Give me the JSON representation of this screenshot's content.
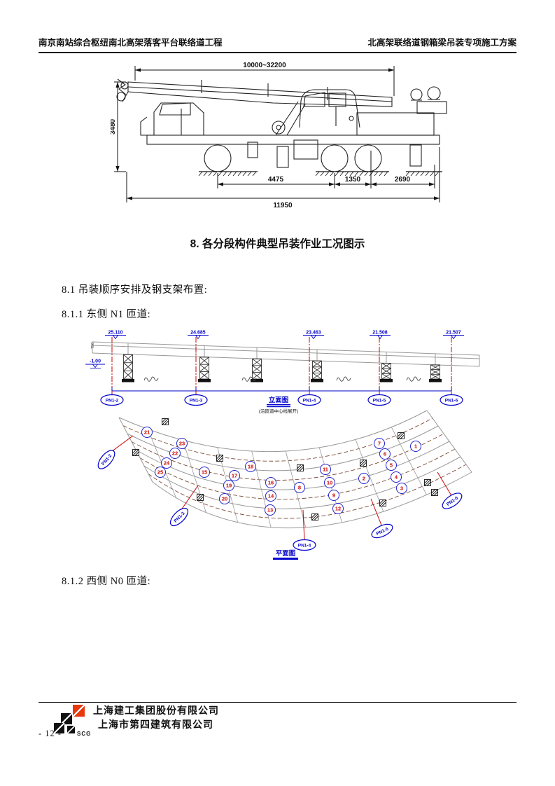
{
  "header": {
    "project_left": "南京南站综合枢纽南北高架落客平台联络道工程",
    "doc_right": "北高架联络道钢箱梁吊装专项施工方案"
  },
  "headings": {
    "section": "8.  各分段构件典型吊装作业工况图示",
    "sub_8_1": "8.1 吊装顺序安排及钢支架布置:",
    "sub_8_1_1": "8.1.1 东侧 N1 匝道:",
    "sub_8_1_2": "8.1.2 西侧 N0 匝道:"
  },
  "crane": {
    "dims": {
      "boom_range": "10000~32200",
      "overall_height": "3480",
      "axle_front_to_mid": "4475",
      "axle_mid_to_rear": "1350",
      "rear_overhang": "2690",
      "overall_length": "11950"
    }
  },
  "elevation": {
    "title": "立面图",
    "note": "(沿匝道中心线展开)",
    "levels": [
      "25.110",
      "24.685",
      "23.463",
      "21.508",
      "21.507"
    ],
    "ground_level": "-1.00",
    "support_dim": "750",
    "piers": [
      "PN1-2",
      "PN1-3",
      "PN1-4",
      "PN1-5",
      "PN1-6"
    ]
  },
  "plan": {
    "title": "平面图",
    "piers": [
      "PN1-2",
      "PN1-3",
      "PN1-4",
      "PN1-5",
      "PN1-6"
    ],
    "segments": [
      "1",
      "2",
      "3",
      "4",
      "5",
      "6",
      "7",
      "8",
      "9",
      "10",
      "11",
      "12",
      "13",
      "14",
      "15",
      "16",
      "17",
      "18",
      "19",
      "20",
      "21",
      "22",
      "23",
      "24",
      "25"
    ]
  },
  "footer": {
    "logo_text": "SCG",
    "company_line1": "上海建工集团股份有限公司",
    "company_line2": "上海市第四建筑有限公司",
    "page_number": "- 12 -"
  },
  "colors": {
    "label_blue": "#0000cc",
    "marker_red": "#cc0000",
    "lane_brown": "#7b4b3a",
    "drawing_grey": "#999999"
  }
}
